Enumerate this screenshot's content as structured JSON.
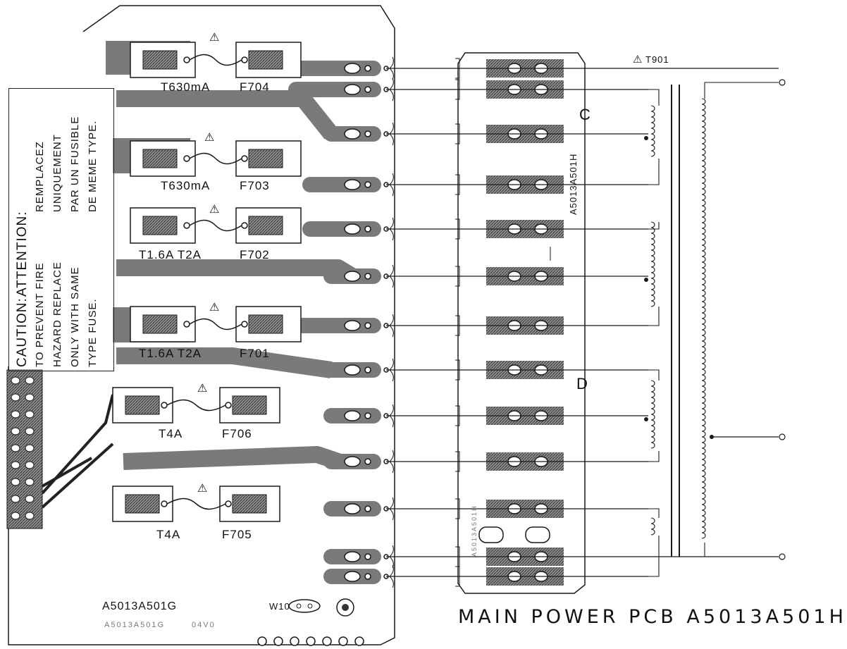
{
  "caution": {
    "heading_en": "CAUTION:",
    "heading_fr": "ATTENTION:",
    "line1_en": "TO PREVENT FIRE",
    "line2_en": "HAZARD REPLACE",
    "line3_en": "ONLY WITH SAME",
    "line4_en": "TYPE FUSE.",
    "line1_fr": "REMPLACEZ",
    "line2_fr": "UNIQUEMENT",
    "line3_fr": "PAR UN FUSIBLE",
    "line4_fr": "DE MEME TYPE."
  },
  "warning_symbol": "⚠",
  "fuses": [
    {
      "rating": "T630mA",
      "ref": "F704"
    },
    {
      "rating": "T630mA",
      "ref": "F703"
    },
    {
      "rating": "T1.6A  T2A",
      "ref": "F702"
    },
    {
      "rating": "T1.6A  T2A",
      "ref": "F701"
    },
    {
      "rating": "T4A",
      "ref": "F706"
    },
    {
      "rating": "T4A",
      "ref": "F705"
    }
  ],
  "transformer_ref": "T901",
  "daughter_board": {
    "part_number": "A5013A501H",
    "marker_c": "C",
    "marker_d": "D",
    "small_mark": "A5013A501H"
  },
  "left_board": {
    "part_number": "A5013A501G",
    "part_number_faint": "A5013A501G",
    "version_faint": "04V0",
    "jumper": "W10"
  },
  "main_title": "MAIN POWER PCB A5013A501H",
  "colors": {
    "ink": "#1a1a1a",
    "trace": "#7a7a7a"
  }
}
